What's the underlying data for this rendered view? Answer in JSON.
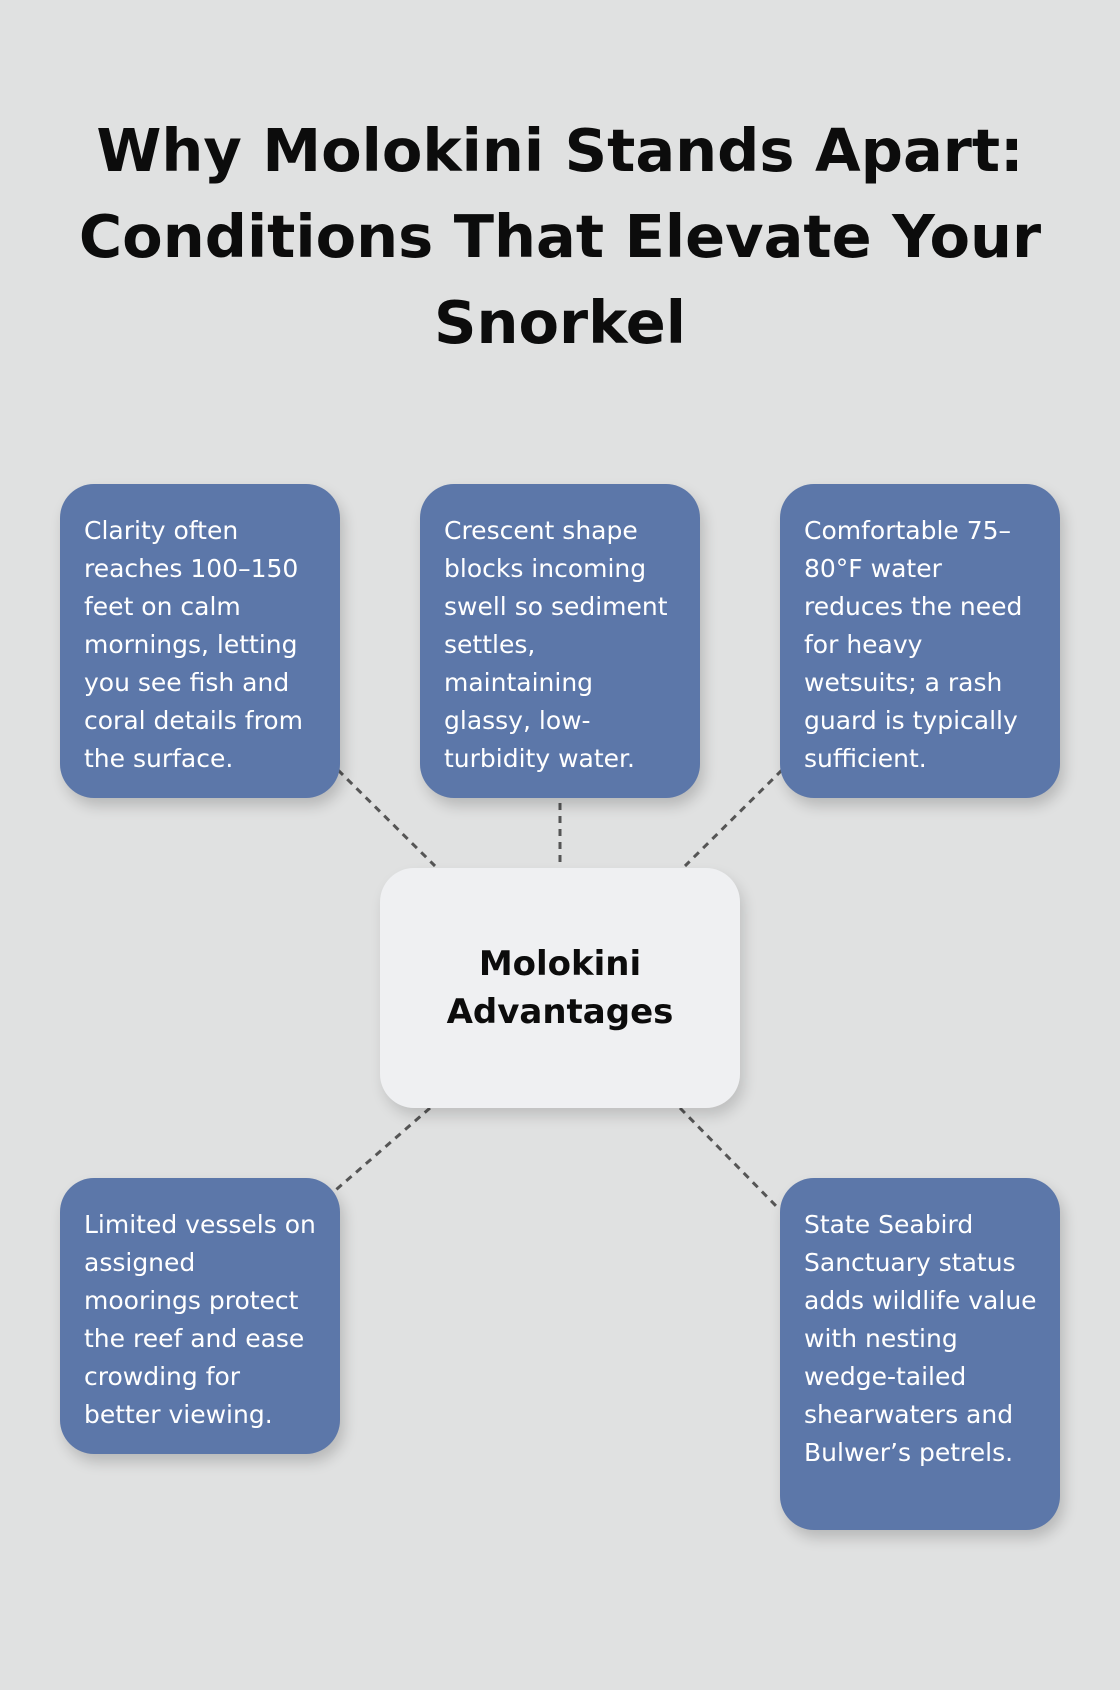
{
  "title": "Why Molokini Stands Apart: Conditions That Elevate Your Snorkel",
  "center": {
    "label": "Molokini Advantages"
  },
  "cards": [
    {
      "text": "Clarity often reaches 100–150 feet on calm mornings, letting you see fish and coral details from the surface."
    },
    {
      "text": "Crescent shape blocks incoming swell so sediment settles, maintaining glassy, low-turbidity water."
    },
    {
      "text": "Comfortable 75–80°F water reduces the need for heavy wetsuits; a rash guard is typically sufficient."
    },
    {
      "text": "Limited vessels on assigned moorings protect the reef and ease crowding for better viewing."
    },
    {
      "text": "State Seabird Sanctuary status adds wildlife value with nesting wedge-tailed shearwaters and Bulwer’s petrels."
    }
  ],
  "colors": {
    "background": "#e0e1e1",
    "card": "#5c77a9",
    "center_box": "#eff0f2",
    "connector": "#555555"
  }
}
